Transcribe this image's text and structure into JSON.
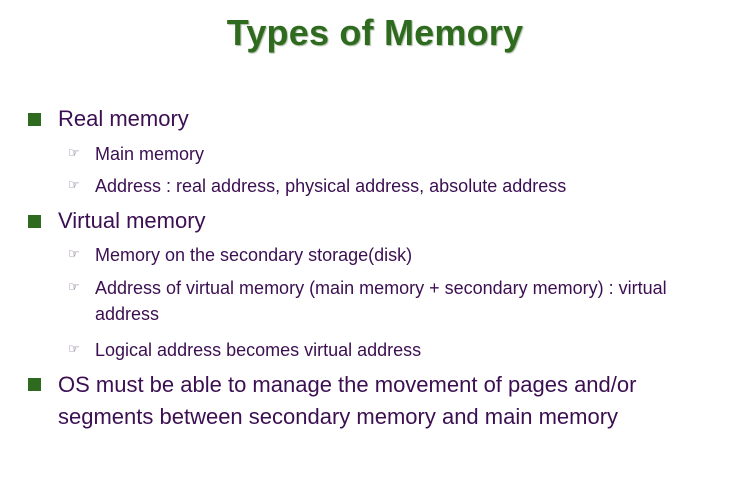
{
  "title": "Types of Memory",
  "items": [
    {
      "label": "Real memory",
      "sub": [
        "Main memory",
        "Address : real address, physical address, absolute address"
      ]
    },
    {
      "label": "Virtual memory",
      "sub": [
        "Memory on the secondary storage(disk)",
        "Address of virtual memory (main memory + secondary memory) : virtual address",
        "Logical address becomes virtual address"
      ]
    },
    {
      "label": "OS must be able to manage the movement of pages and/or segments between secondary memory and main memory",
      "sub": []
    }
  ],
  "icons": {
    "bullet": "green-square-bullet-icon",
    "sub_bullet": "pointing-hand-icon"
  },
  "colors": {
    "title": "#2e6b1f",
    "text": "#3c0f52",
    "bullet": "#2e6b1f"
  }
}
